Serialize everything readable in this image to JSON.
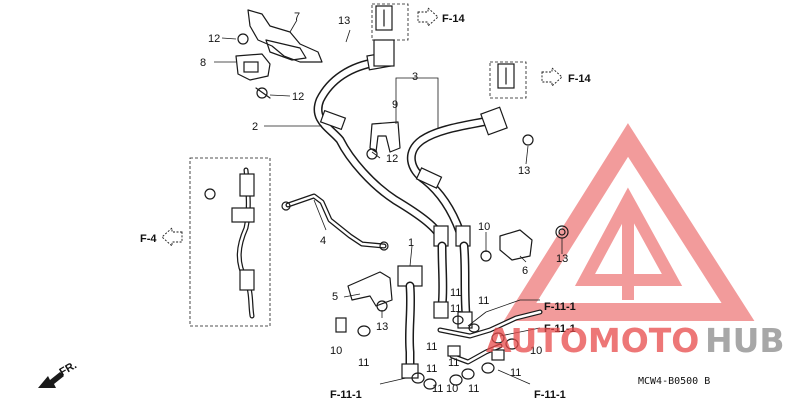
{
  "diagram": {
    "callouts": {
      "c7": "7",
      "c13a": "13",
      "c12a": "12",
      "c8": "8",
      "c12b": "12",
      "c3": "3",
      "c9": "9",
      "c2": "2",
      "c12c": "12",
      "c13b": "13",
      "c4": "4",
      "c1": "1",
      "c10a": "10",
      "c6": "6",
      "c13c": "13",
      "c5": "5",
      "c13d": "13",
      "c11a": "11",
      "c11b": "11",
      "c11c": "11",
      "c10b": "10",
      "c11d": "11",
      "c11e": "11",
      "c10c": "10",
      "c11f": "11",
      "c11g": "11",
      "c11h": "11",
      "c10d": "10",
      "c11i": "11",
      "c11j": "11"
    },
    "refs": {
      "f14a": "F-14",
      "f14b": "F-14",
      "f4": "F-4",
      "f111a": "F-11-1",
      "f111b": "F-11-1",
      "f111c": "F-11-1",
      "f111d": "F-11-1"
    },
    "direction_label": "FR.",
    "diagram_code": "MCW4-B0500 B"
  },
  "watermark": {
    "part1": "AUTOMOTO",
    "part2": "HUB",
    "primary_color": "#e84a4a",
    "secondary_color": "#8a8a8a"
  }
}
